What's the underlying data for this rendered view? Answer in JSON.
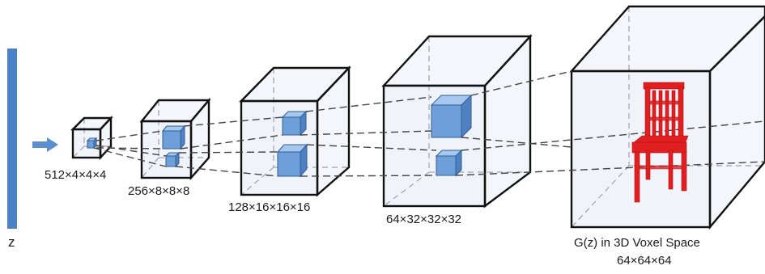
{
  "input": {
    "label": "z",
    "bar_color": "#4a82c8",
    "arrow_color": "#5b8fd0"
  },
  "stages": [
    {
      "label": "512×4×4×4"
    },
    {
      "label": "256×8×8×8"
    },
    {
      "label": "128×16×16×16"
    },
    {
      "label": "64×32×32×32"
    }
  ],
  "output": {
    "title": "G(z) in 3D Voxel Space",
    "size": "64×64×64",
    "object": "chair",
    "object_color": "#e02020"
  },
  "kernel_color": "#6f9fd8"
}
